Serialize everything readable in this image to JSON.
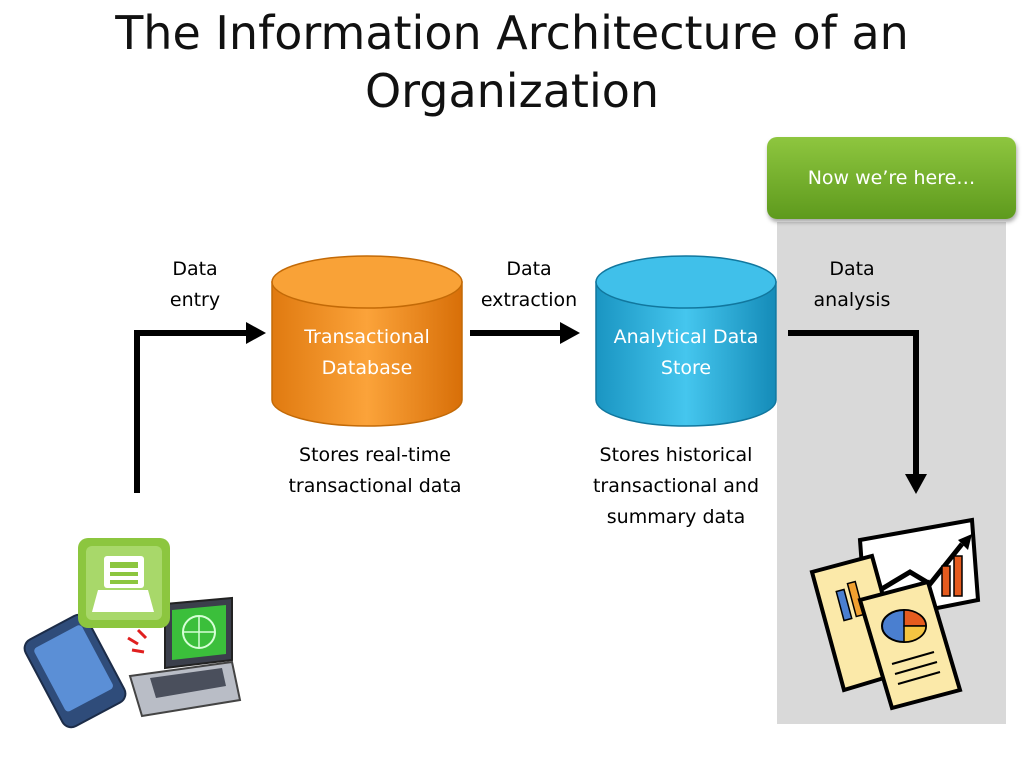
{
  "slide": {
    "title": "The Information Architecture of an Organization",
    "banner": "Now we’re here…"
  },
  "labels": {
    "data_entry": [
      "Data",
      "entry"
    ],
    "data_extraction": [
      "Data",
      "extraction"
    ],
    "data_analysis": [
      "Data",
      "analysis"
    ]
  },
  "stores": {
    "transactional": {
      "name": [
        "Transactional",
        "Database"
      ],
      "caption": [
        "Stores real-time",
        "transactional data"
      ]
    },
    "analytical": {
      "name": [
        "Analytical Data",
        "Store"
      ],
      "caption": [
        "Stores historical",
        "transactional and",
        "summary data"
      ]
    }
  },
  "colors": {
    "orange": "#f7931e",
    "blue": "#2eb3de",
    "green": "#7ab531",
    "panel": "#d9d9d9"
  },
  "icons": [
    "cash-register-icon",
    "mobile-phone-icon",
    "laptop-icon",
    "reports-icon",
    "pie-chart-icon",
    "trend-chart-icon"
  ]
}
